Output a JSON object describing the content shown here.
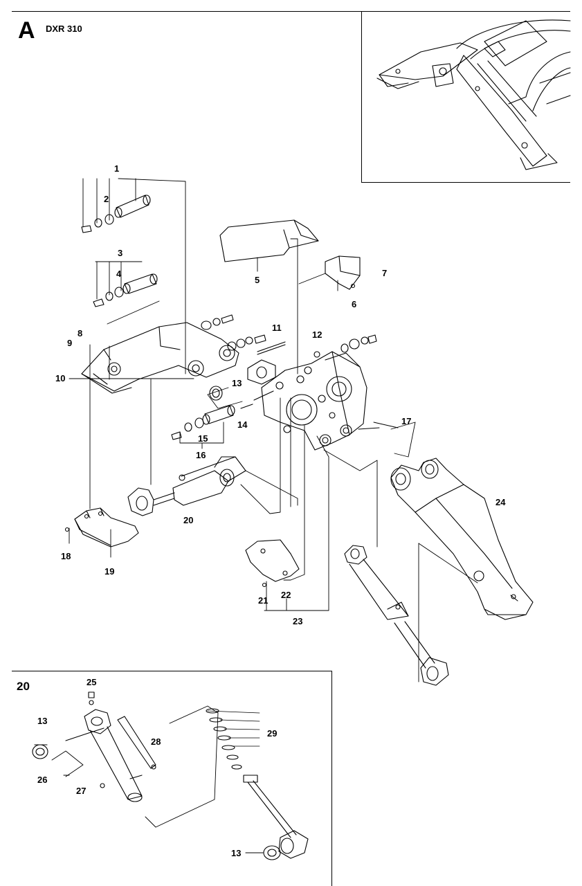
{
  "header": {
    "section": "A",
    "model": "DXR 310"
  },
  "detail": {
    "title": "20"
  },
  "callouts": [
    {
      "text": "1"
    },
    {
      "text": "2"
    },
    {
      "text": "3"
    },
    {
      "text": "4"
    },
    {
      "text": "5"
    },
    {
      "text": "6"
    },
    {
      "text": "7"
    },
    {
      "text": "8"
    },
    {
      "text": "9"
    },
    {
      "text": "10"
    },
    {
      "text": "11"
    },
    {
      "text": "12"
    },
    {
      "text": "13"
    },
    {
      "text": "14"
    },
    {
      "text": "15"
    },
    {
      "text": "16"
    },
    {
      "text": "17"
    },
    {
      "text": "18"
    },
    {
      "text": "19"
    },
    {
      "text": "20"
    },
    {
      "text": "21"
    },
    {
      "text": "22"
    },
    {
      "text": "23"
    },
    {
      "text": "24"
    },
    {
      "text": "25"
    },
    {
      "text": "13"
    },
    {
      "text": "28"
    },
    {
      "text": "29"
    },
    {
      "text": "26"
    },
    {
      "text": "27"
    },
    {
      "text": "13"
    }
  ]
}
